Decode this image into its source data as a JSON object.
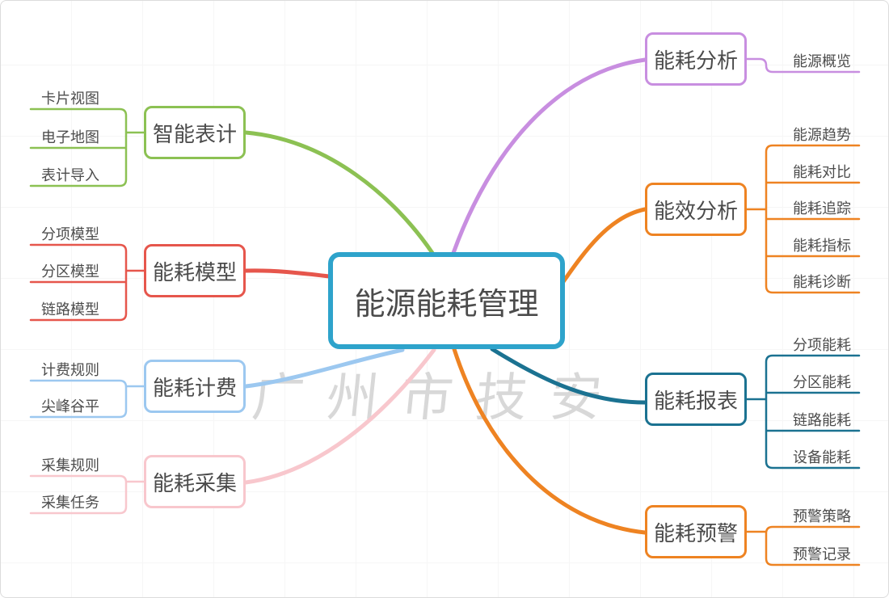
{
  "watermark": "广州市技安",
  "central": {
    "label": "能源能耗管理",
    "color": "#2ea3cb"
  },
  "branches": [
    {
      "label": "智能表计",
      "color": "#8cc153",
      "children": [
        "卡片视图",
        "电子地图",
        "表计导入"
      ]
    },
    {
      "label": "能耗模型",
      "color": "#e6564c",
      "children": [
        "分项模型",
        "分区模型",
        "链路模型"
      ]
    },
    {
      "label": "能耗计费",
      "color": "#9cc8f0",
      "children": [
        "计费规则",
        "尖峰谷平"
      ]
    },
    {
      "label": "能耗采集",
      "color": "#f8c7cd",
      "children": [
        "采集规则",
        "采集任务"
      ]
    },
    {
      "label": "能耗分析",
      "color": "#c88ee0",
      "children": [
        "能源概览"
      ]
    },
    {
      "label": "能效分析",
      "color": "#ee8322",
      "children": [
        "能源趋势",
        "能耗对比",
        "能耗追踪",
        "能耗指标",
        "能耗诊断"
      ]
    },
    {
      "label": "能耗报表",
      "color": "#1b7291",
      "children": [
        "分项能耗",
        "分区能耗",
        "链路能耗",
        "设备能耗"
      ]
    },
    {
      "label": "能耗预警",
      "color": "#ee8322",
      "children": [
        "预警策略",
        "预警记录"
      ]
    }
  ]
}
